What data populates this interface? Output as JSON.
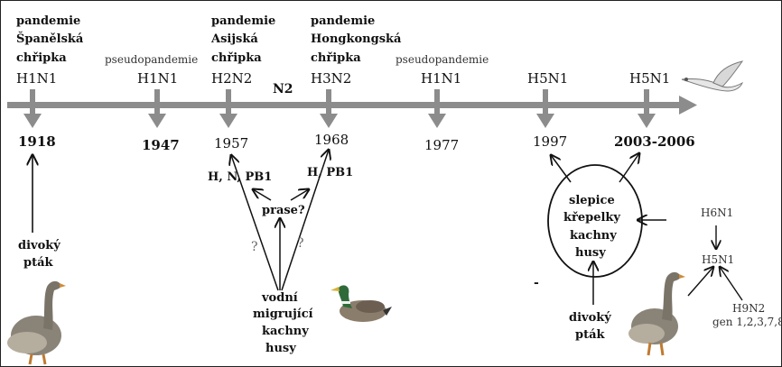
{
  "events": [
    {
      "type": "pandemie",
      "name_line1": "Španělská",
      "name_line2": "chřipka",
      "subtype": "H1N1",
      "year": "1918"
    },
    {
      "type": "pseudopandemie",
      "subtype": "H1N1",
      "year": "1947"
    },
    {
      "type": "pandemie",
      "name_line1": "Asijská",
      "name_line2": "chřipka",
      "subtype": "H2N2",
      "year": "1957"
    },
    {
      "type": "pandemie",
      "name_line1": "Hongkongská",
      "name_line2": "chřipka",
      "subtype": "H3N2",
      "year": "1968"
    },
    {
      "type": "pseudopandemie",
      "subtype": "H1N1",
      "year": "1977"
    },
    {
      "subtype": "H5N1",
      "year": "1997"
    },
    {
      "subtype": "H5N1",
      "year": "2003-2006"
    }
  ],
  "labels": {
    "n2": "N2",
    "wild_bird_left": [
      "divoký",
      "pták"
    ],
    "segments_1957": "H, N, PB1",
    "segments_1968": "H, PB1",
    "pig": "prase?",
    "q_left": "?",
    "q_right": "?",
    "water_birds": [
      "vodní",
      "migrující",
      "kachny",
      "husy"
    ],
    "poultry": [
      "slepice",
      "křepelky",
      "kachny",
      "husy"
    ],
    "wild_bird_right": [
      "divoký",
      "pták"
    ],
    "h6n1": "H6N1",
    "h5n1_small": "H5N1",
    "h9n2": "H9N2",
    "genes": "gen 1,2,3,7,8",
    "dash": "-"
  },
  "colors": {
    "timeline": "#8c8c8c",
    "text": "#111111",
    "gray_text": "#444444",
    "goose_body": "#8a8478",
    "duck_head": "#2f6b3a"
  }
}
